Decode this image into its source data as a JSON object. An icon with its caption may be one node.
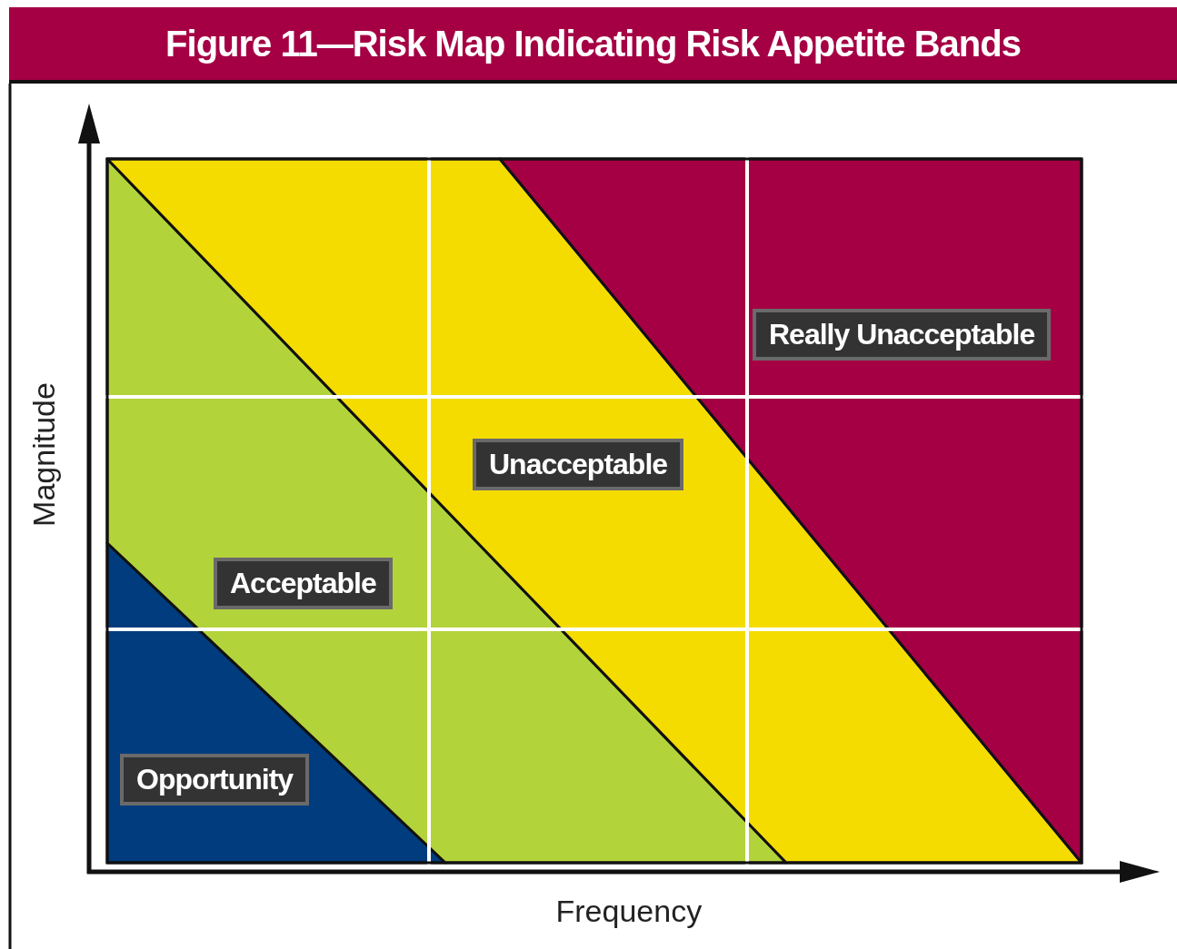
{
  "diagram": {
    "title": "Figure 11—Risk Map Indicating Risk Appetite Bands",
    "nodes": [
      {
        "text": [
          "Really Unacceptable"
        ]
      },
      {
        "text": [
          "Unacceptable"
        ]
      },
      {
        "text": [
          "Acceptable"
        ]
      },
      {
        "text": [
          "Opportunity"
        ]
      }
    ],
    "labels": [
      "Magnitude",
      "Frequency"
    ]
  }
}
